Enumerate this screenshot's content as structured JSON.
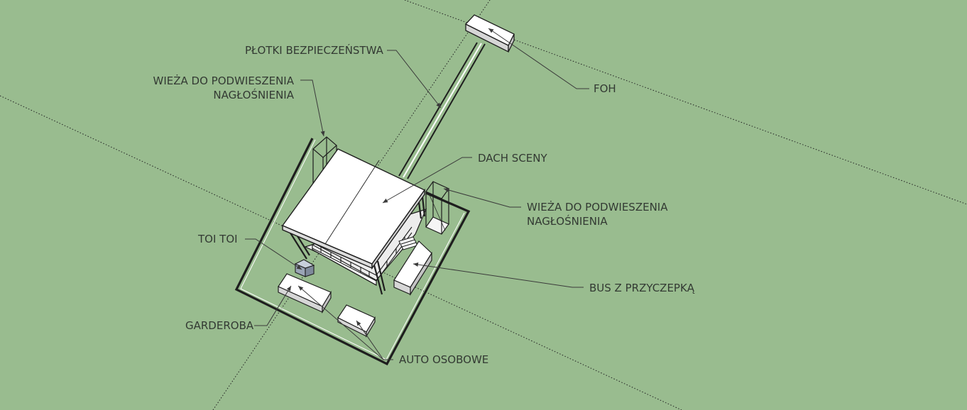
{
  "labels": {
    "barriers": "PŁOTKI BEZPIECZEŃSTWA",
    "tower_left": [
      "WIEŻA DO PODWIESZENIA",
      "NAGŁOŚNIENIA"
    ],
    "foh": "FOH",
    "roof": "DACH SCENY",
    "tower_right": [
      "WIEŻA DO PODWIESZENIA",
      "NAGŁOŚNIENIA"
    ],
    "toilet": "TOI TOI",
    "bus": "BUS Z PRZYCZEPKĄ",
    "wardrobe": "GARDEROBA",
    "car": "AUTO OSOBOWE"
  },
  "colors": {
    "ground": "#99bc8f",
    "label_text": "#333a33",
    "leader": "#3a3a3a",
    "object_fill": "#ffffff",
    "object_shade": "#d8d8d8",
    "toilet": "#a9b3c2"
  }
}
